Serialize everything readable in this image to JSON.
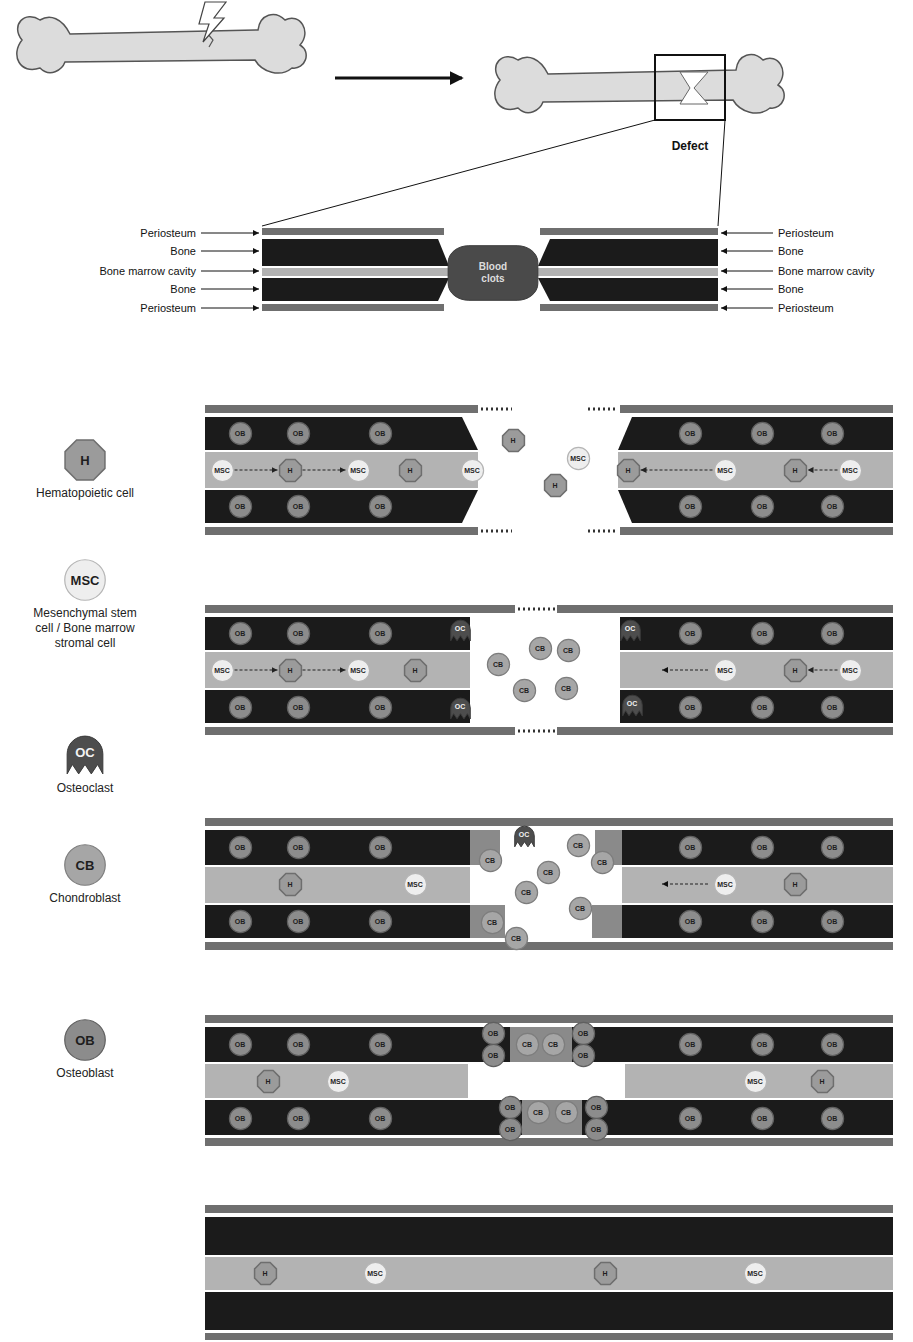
{
  "diagram": {
    "nodes": [
      {
        "text": [
          "Blood clots"
        ]
      },
      {
        "text": [
          "H",
          "Hematopoietic cell"
        ]
      },
      {
        "text": [
          "MSC",
          "Mesenchymal stem cell / Bone marrow stromal cell"
        ]
      },
      {
        "text": [
          "OC",
          "Osteoclast"
        ]
      },
      {
        "text": [
          "CB",
          "Chondroblast"
        ]
      },
      {
        "text": [
          "OB",
          "Osteoblast"
        ]
      },
      {
        "text": [
          "OB"
        ]
      },
      {
        "text": [
          "OB"
        ]
      },
      {
        "text": [
          "OB"
        ]
      },
      {
        "text": [
          "OB"
        ]
      },
      {
        "text": [
          "OB"
        ]
      },
      {
        "text": [
          "OB"
        ]
      },
      {
        "text": [
          "MSC"
        ]
      },
      {
        "text": [
          "H"
        ]
      },
      {
        "text": [
          "MSC"
        ]
      },
      {
        "text": [
          "H"
        ]
      },
      {
        "text": [
          "MSC"
        ]
      },
      {
        "text": [
          "H"
        ]
      },
      {
        "text": [
          "MSC"
        ]
      },
      {
        "text": [
          "H"
        ]
      },
      {
        "text": [
          "H"
        ]
      },
      {
        "text": [
          "MSC"
        ]
      },
      {
        "text": [
          "H"
        ]
      },
      {
        "text": [
          "MSC"
        ]
      },
      {
        "text": [
          "OB"
        ]
      },
      {
        "text": [
          "OB"
        ]
      },
      {
        "text": [
          "OB"
        ]
      },
      {
        "text": [
          "OB"
        ]
      },
      {
        "text": [
          "OB"
        ]
      },
      {
        "text": [
          "OB"
        ]
      },
      {
        "text": [
          "OB"
        ]
      },
      {
        "text": [
          "OB"
        ]
      },
      {
        "text": [
          "OB"
        ]
      },
      {
        "text": [
          "OB"
        ]
      },
      {
        "text": [
          "OB"
        ]
      },
      {
        "text": [
          "OB"
        ]
      },
      {
        "text": [
          "OC"
        ]
      },
      {
        "text": [
          "OC"
        ]
      },
      {
        "text": [
          "MSC"
        ]
      },
      {
        "text": [
          "H"
        ]
      },
      {
        "text": [
          "MSC"
        ]
      },
      {
        "text": [
          "H"
        ]
      },
      {
        "text": [
          "CB"
        ]
      },
      {
        "text": [
          "CB"
        ]
      },
      {
        "text": [
          "CB"
        ]
      },
      {
        "text": [
          "CB"
        ]
      },
      {
        "text": [
          "CB"
        ]
      },
      {
        "text": [
          "MSC"
        ]
      },
      {
        "text": [
          "H"
        ]
      },
      {
        "text": [
          "MSC"
        ]
      },
      {
        "text": [
          "OC"
        ]
      },
      {
        "text": [
          "OC"
        ]
      },
      {
        "text": [
          "OB"
        ]
      },
      {
        "text": [
          "OB"
        ]
      },
      {
        "text": [
          "OB"
        ]
      },
      {
        "text": [
          "OB"
        ]
      },
      {
        "text": [
          "OB"
        ]
      },
      {
        "text": [
          "OB"
        ]
      },
      {
        "text": [
          "OB"
        ]
      },
      {
        "text": [
          "OB"
        ]
      },
      {
        "text": [
          "OB"
        ]
      },
      {
        "text": [
          "OB"
        ]
      },
      {
        "text": [
          "OB"
        ]
      },
      {
        "text": [
          "OB"
        ]
      },
      {
        "text": [
          "OC"
        ]
      },
      {
        "text": [
          "CB"
        ]
      },
      {
        "text": [
          "CB"
        ]
      },
      {
        "text": [
          "CB"
        ]
      },
      {
        "text": [
          "CB"
        ]
      },
      {
        "text": [
          "CB"
        ]
      },
      {
        "text": [
          "CB"
        ]
      },
      {
        "text": [
          "CB"
        ]
      },
      {
        "text": [
          "CB"
        ]
      },
      {
        "text": [
          "H"
        ]
      },
      {
        "text": [
          "MSC"
        ]
      },
      {
        "text": [
          "MSC"
        ]
      },
      {
        "text": [
          "H"
        ]
      },
      {
        "text": [
          "OB"
        ]
      },
      {
        "text": [
          "OB"
        ]
      },
      {
        "text": [
          "OB"
        ]
      },
      {
        "text": [
          "OB"
        ]
      },
      {
        "text": [
          "OB"
        ]
      },
      {
        "text": [
          "OB"
        ]
      },
      {
        "text": [
          "OB"
        ]
      },
      {
        "text": [
          "OB"
        ]
      },
      {
        "text": [
          "OB"
        ]
      },
      {
        "text": [
          "OB"
        ]
      },
      {
        "text": [
          "OB"
        ]
      },
      {
        "text": [
          "CB"
        ]
      },
      {
        "text": [
          "CB"
        ]
      },
      {
        "text": [
          "OB"
        ]
      },
      {
        "text": [
          "OB"
        ]
      },
      {
        "text": [
          "OB"
        ]
      },
      {
        "text": [
          "OB"
        ]
      },
      {
        "text": [
          "OB"
        ]
      },
      {
        "text": [
          "H"
        ]
      },
      {
        "text": [
          "MSC"
        ]
      },
      {
        "text": [
          "MSC"
        ]
      },
      {
        "text": [
          "H"
        ]
      },
      {
        "text": [
          "OB"
        ]
      },
      {
        "text": [
          "OB"
        ]
      },
      {
        "text": [
          "OB"
        ]
      },
      {
        "text": [
          "OB"
        ]
      },
      {
        "text": [
          "OB"
        ]
      },
      {
        "text": [
          "CB"
        ]
      },
      {
        "text": [
          "CB"
        ]
      },
      {
        "text": [
          "OB"
        ]
      },
      {
        "text": [
          "OB"
        ]
      },
      {
        "text": [
          "OB"
        ]
      },
      {
        "text": [
          "OB"
        ]
      },
      {
        "text": [
          "OB"
        ]
      },
      {
        "text": [
          "H"
        ]
      },
      {
        "text": [
          "MSC"
        ]
      },
      {
        "text": [
          "H"
        ]
      },
      {
        "text": [
          "MSC"
        ]
      }
    ],
    "edges": [
      {
        "from": 12,
        "to": 13,
        "arrow": "to"
      },
      {
        "from": 13,
        "to": 14,
        "arrow": "to"
      },
      {
        "from": 21,
        "to": 20,
        "arrow": "to"
      },
      {
        "from": 23,
        "to": 22,
        "arrow": "to"
      },
      {
        "from": 38,
        "to": 39,
        "arrow": "to"
      },
      {
        "from": 39,
        "to": 40,
        "arrow": "to"
      },
      {
        "from": 49,
        "to": 48,
        "arrow": "to"
      }
    ],
    "labels": [
      "Periosteum",
      "Bone",
      "Bone marrow cavity",
      "Bone",
      "Periosteum",
      "Periosteum",
      "Bone",
      "Bone marrow cavity",
      "Bone",
      "Periosteum",
      "Defect"
    ]
  }
}
